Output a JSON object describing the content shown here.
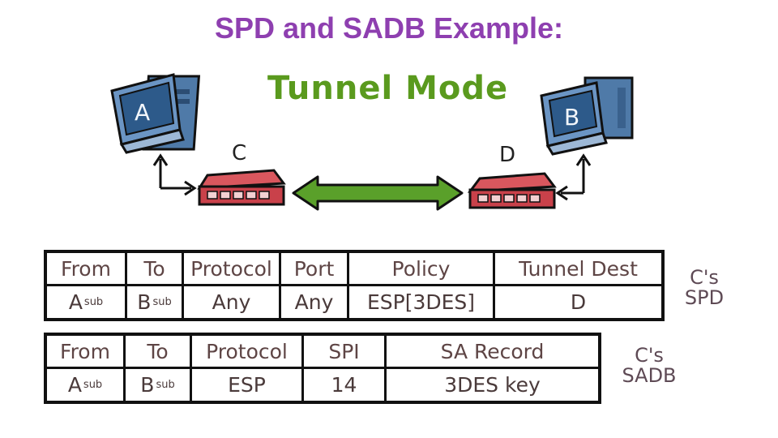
{
  "title": "SPD and SADB Example:",
  "diagram": {
    "mode": "Tunnel Mode",
    "host_a": "A",
    "host_b": "B",
    "gateway_c": "C",
    "gateway_d": "D"
  },
  "spd": {
    "headers": [
      "From",
      "To",
      "Protocol",
      "Port",
      "Policy",
      "Tunnel Dest"
    ],
    "row": {
      "from": "A",
      "from_sub": "sub",
      "to": "B",
      "to_sub": "sub",
      "protocol": "Any",
      "port": "Any",
      "policy": "ESP[3DES]",
      "tunnel_dest": "D"
    },
    "label_line1": "C's",
    "label_line2": "SPD"
  },
  "sadb": {
    "headers": [
      "From",
      "To",
      "Protocol",
      "SPI",
      "SA Record"
    ],
    "row": {
      "from": "A",
      "from_sub": "sub",
      "to": "B",
      "to_sub": "sub",
      "protocol": "ESP",
      "spi": "14",
      "sa_record": "3DES key"
    },
    "label_line1": "C's",
    "label_line2": "SADB"
  },
  "colors": {
    "title": "#8e3fb0",
    "mode": "#5a9a1e",
    "arrow": "#5aa02a",
    "monitor": "#5b87b8",
    "router": "#c9414a"
  }
}
